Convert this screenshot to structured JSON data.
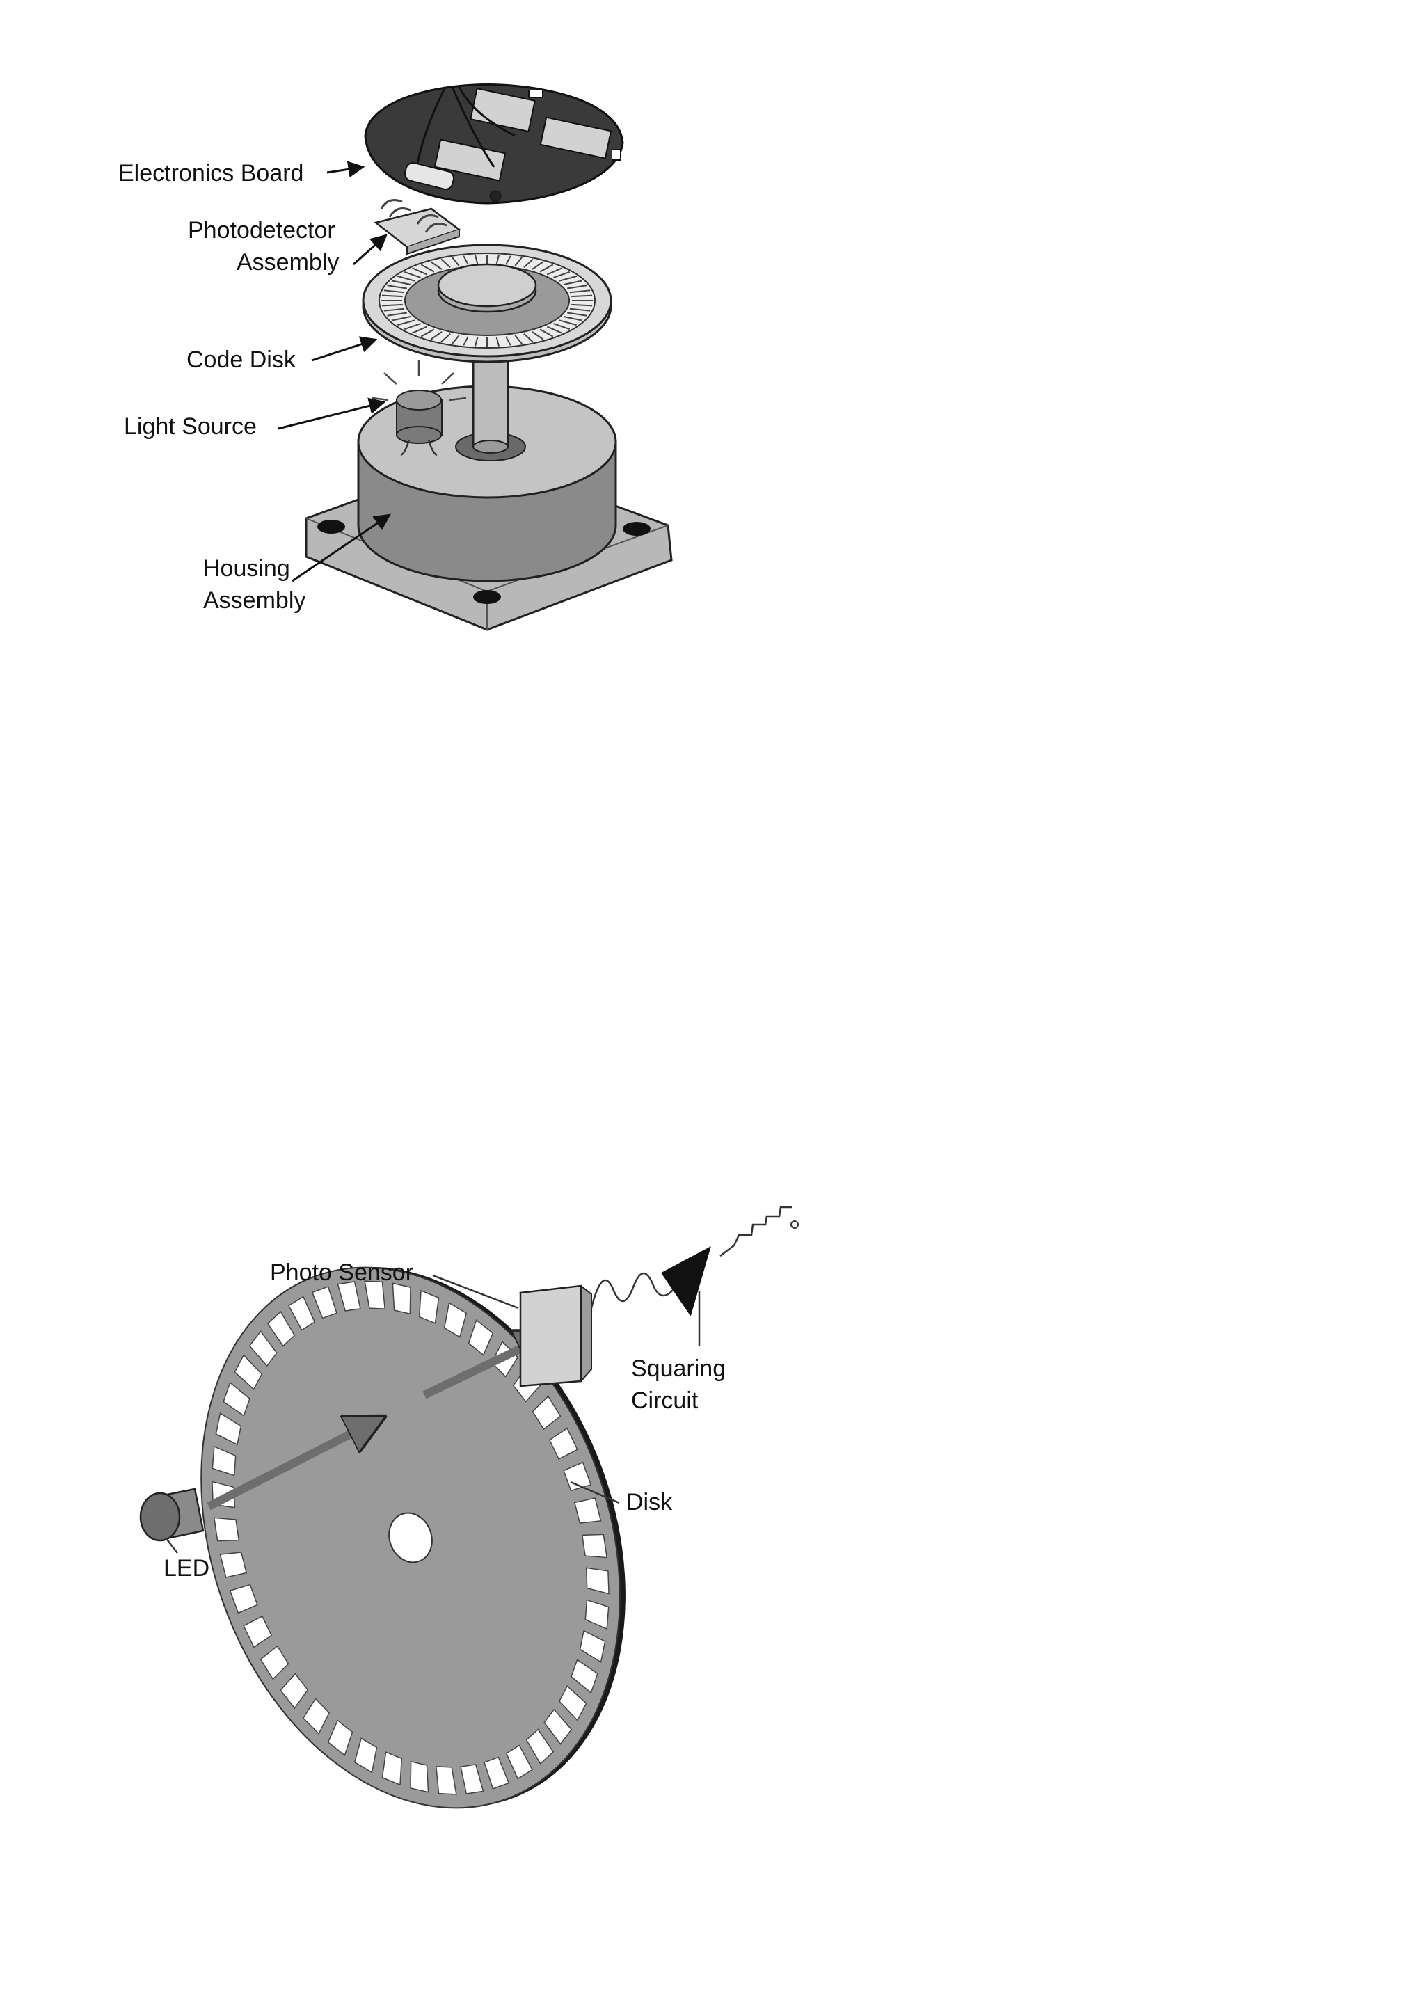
{
  "top_diagram": {
    "labels": {
      "electronics_board": "Electronics Board",
      "photodetector_line1": "Photodetector",
      "photodetector_line2": "Assembly",
      "code_disk": "Code Disk",
      "light_source": "Light Source",
      "housing_line1": "Housing",
      "housing_line2": "Assembly"
    }
  },
  "bottom_diagram": {
    "labels": {
      "photo_sensor": "Photo Sensor",
      "squaring_line1": "Squaring",
      "squaring_line2": "Circuit",
      "disk": "Disk",
      "led": "LED"
    }
  },
  "colors": {
    "ink": "#111111",
    "disk_gray": "#9a9a9a",
    "board_dark": "#3a3a3a",
    "housing_gray": "#8a8a8a",
    "light_gray": "#cfcfcf"
  }
}
